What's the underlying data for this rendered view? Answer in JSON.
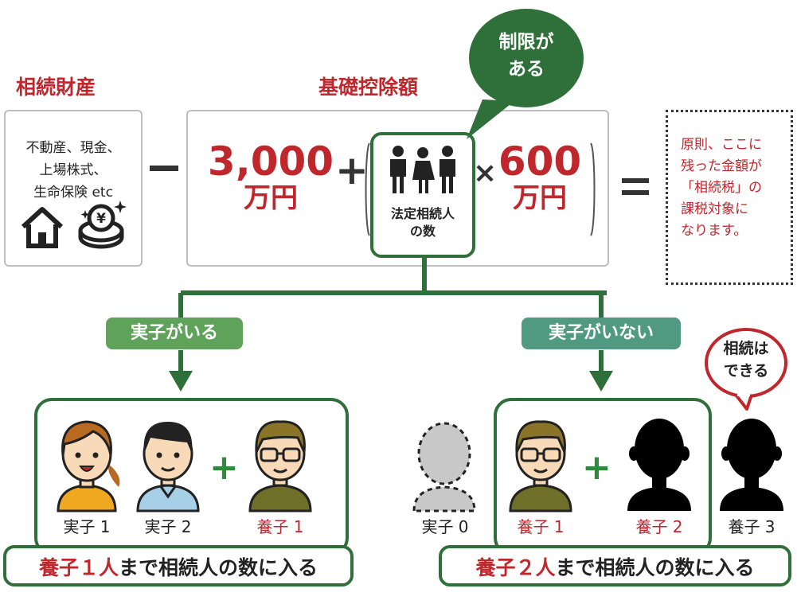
{
  "inheritance": {
    "heading": "相続財産",
    "items_line1": "不動産、現金、",
    "items_line2": "上場株式、",
    "items_line3": "生命保険 etc",
    "house_icon": "house-icon",
    "coin_icon": "yen-coin-icon",
    "coin_symbol": "¥"
  },
  "operators": {
    "minus": "−",
    "plus": "+",
    "times": "×",
    "equals": "="
  },
  "deduction": {
    "heading": "基礎控除額",
    "base_amount": "3,000",
    "base_unit": "万円",
    "per_heir_amount": "600",
    "per_heir_unit": "万円",
    "heirs_label_line1": "法定相続人",
    "heirs_label_line2": "の数",
    "limit_bubble_line1": "制限が",
    "limit_bubble_line2": "ある"
  },
  "note": {
    "line1": "原則、ここに",
    "line2": "残った金額が",
    "line3": "「相続税」の",
    "line4": "課税対象に",
    "line5": "なります。"
  },
  "left_branch": {
    "label": "実子がいる",
    "plus": "+",
    "people": [
      {
        "caption": "実子 1",
        "kind": "woman"
      },
      {
        "caption": "実子 2",
        "kind": "man"
      },
      {
        "caption": "養子 1",
        "kind": "glasses-man"
      }
    ],
    "footer_red": "養子１人",
    "footer_rest": "まで相続人の数に入る"
  },
  "right_branch": {
    "label": "実子がいない",
    "plus": "+",
    "people": [
      {
        "caption": "実子 0",
        "kind": "ghost"
      },
      {
        "caption": "養子 1",
        "kind": "glasses-man"
      },
      {
        "caption": "養子 2",
        "kind": "silhouette"
      },
      {
        "caption": "養子 3",
        "kind": "silhouette"
      }
    ],
    "footer_red": "養子２人",
    "footer_rest": "まで相続人の数に入る",
    "inherit_bubble_line1": "相続は",
    "inherit_bubble_line2": "できる"
  },
  "colors": {
    "red": "#c0272d",
    "dark_green": "#2f6f3a",
    "pill_green_left": "#5fa35a",
    "pill_green_right": "#4f9a80",
    "grey_border": "#bdbdbd"
  }
}
